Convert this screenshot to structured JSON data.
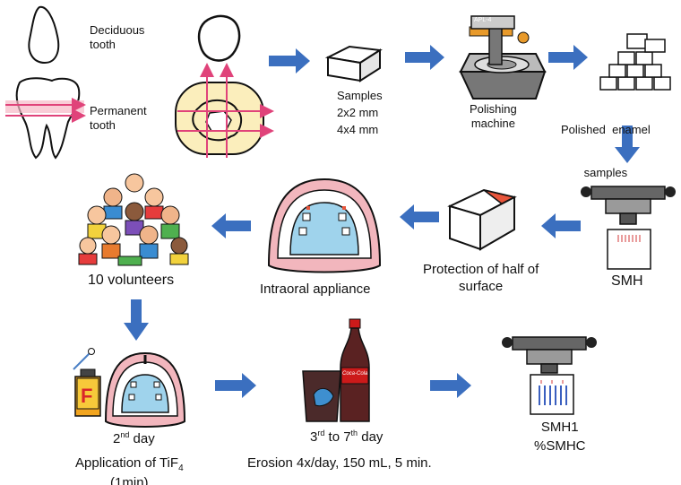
{
  "colors": {
    "arrow": "#3b6fbf",
    "pink_arrow": "#e0437a",
    "enamel_fill": "#fbeebc",
    "appliance_blue": "#9fd3ec",
    "gum_pink": "#f2b6bd",
    "protection_red": "#e8553b",
    "cola_red": "#cc1a1a"
  },
  "icons": [
    "deciduous-tooth-icon",
    "permanent-tooth-icon",
    "tooth-crown-outline-icon",
    "tooth-cross-section-icon",
    "enamel-block-icon",
    "polishing-machine-icon",
    "polished-samples-stack-icon",
    "hardness-tester-icon",
    "half-protected-block-icon",
    "intraoral-appliance-icon",
    "volunteers-group-icon",
    "tif4-bottle-icon",
    "cotton-swab-icon",
    "cola-glass-icon",
    "cola-bottle-icon",
    "arrow-right-icon",
    "arrow-left-icon",
    "arrow-down-icon"
  ],
  "labels": {
    "deciduous_1": "Deciduous",
    "deciduous_2": "tooth",
    "permanent_1": "Permanent",
    "permanent_2": "tooth",
    "samples_1": "Samples",
    "samples_2": "2x2 mm",
    "samples_3": "4x4 mm",
    "polishing_1": "Polishing",
    "polishing_2": "machine",
    "polished_1": "Polished  enamel",
    "polished_2": "samples",
    "machine_tag": "APL-4",
    "smh": "SMH",
    "protection_1": "Protection of half of",
    "protection_2": "surface",
    "intraoral": "Intraoral appliance",
    "volunteers": "10 volunteers",
    "day2_num": "2",
    "day2_sup": "nd",
    "day2_rest": " day",
    "app_1_main": "Application of TiF",
    "app_1_sub": "4",
    "app_2": "(1min)",
    "tif4_letter": "F",
    "days_a": "3",
    "days_a_sup": "rd",
    "days_mid": " to 7",
    "days_b_sup": "th",
    "days_rest": " day",
    "erosion": "Erosion 4x/day, 150 mL, 5 min.",
    "cola_brand": "Coca-Cola",
    "smh1": "SMH1",
    "smhc": "%SMHC"
  }
}
